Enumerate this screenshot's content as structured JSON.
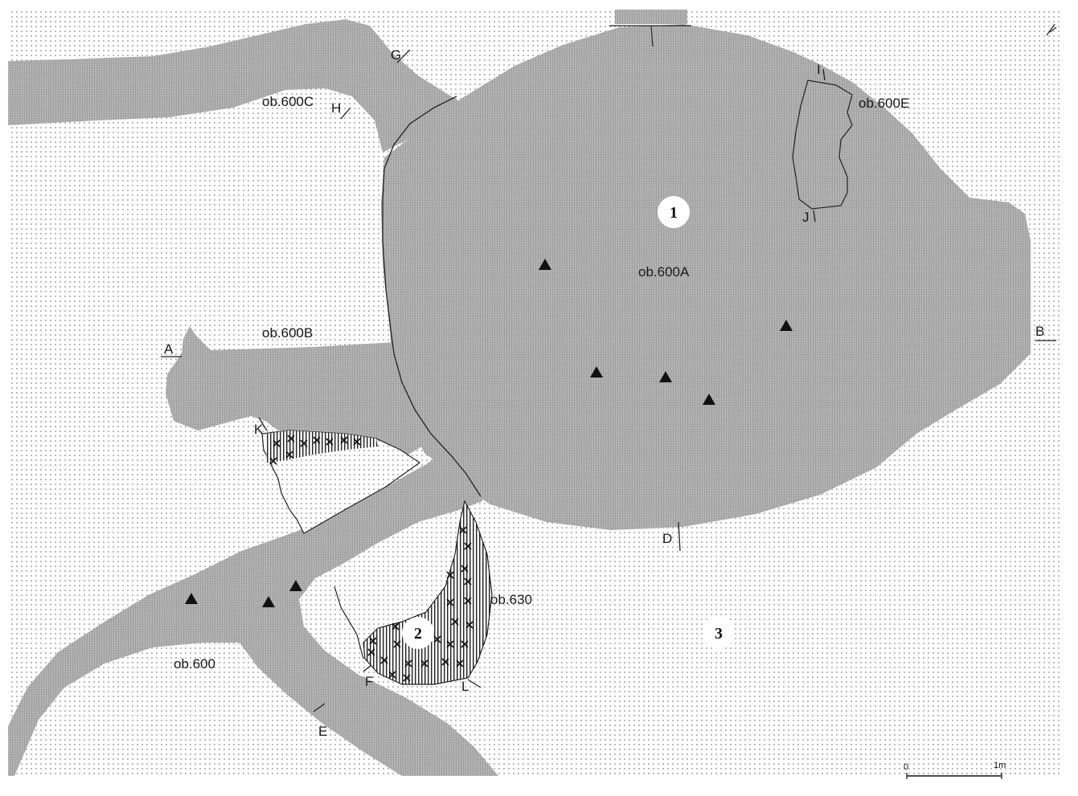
{
  "features": {
    "f_600A": "ob.600A",
    "f_600B": "ob.600B",
    "f_600C": "ob.600C",
    "f_600E": "ob.600E",
    "f_600": "ob.600",
    "f_630": "ob.630"
  },
  "section_points": {
    "A": "A",
    "B": "B",
    "D": "D",
    "E": "E",
    "F": "F",
    "G": "G",
    "H": "H",
    "I": "I",
    "J": "J",
    "K": "K",
    "L": "L"
  },
  "zones": {
    "one": "1",
    "two": "2",
    "three": "3"
  },
  "scale": {
    "start": "0",
    "end": "1m"
  },
  "colors": {
    "fill_gray": "#b3b3b3",
    "dot_color": "#8a8a8a",
    "line_color": "#222222"
  }
}
